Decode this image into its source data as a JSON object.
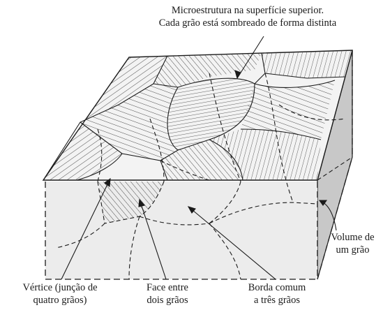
{
  "labels": {
    "top": {
      "line1": "Microestrutura na superfície superior.",
      "line2": "Cada grão está sombreado de forma distinta"
    },
    "volume": {
      "line1": "Volume de",
      "line2": "um grão"
    },
    "vertex": {
      "line1": "Vértice (junção de",
      "line2": "quatro grãos)"
    },
    "face": {
      "line1": "Face entre",
      "line2": "dois grãos"
    },
    "edge": {
      "line1": "Borda comum",
      "line2": "a três grãos"
    }
  },
  "colors": {
    "ink": "#1a1a1a",
    "front_face": "#ececec",
    "side_face": "#c8c8c8",
    "top_face": "#f3f3f3",
    "hatch": "#3a3a3a"
  }
}
